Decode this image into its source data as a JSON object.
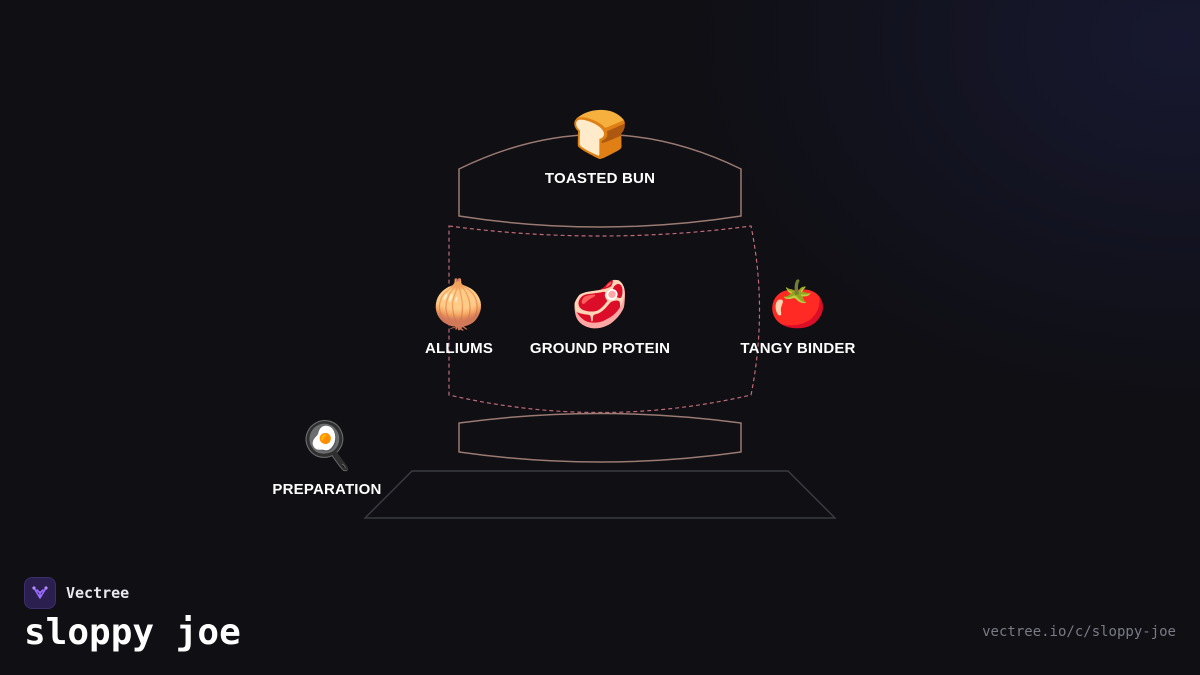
{
  "diagram": {
    "nodes": [
      {
        "id": "toasted-bun",
        "emoji": "🍞",
        "label": "TOASTED BUN"
      },
      {
        "id": "alliums",
        "emoji": "🧅",
        "label": "ALLIUMS"
      },
      {
        "id": "ground-protein",
        "emoji": "🥩",
        "label": "GROUND PROTEIN"
      },
      {
        "id": "tangy-binder",
        "emoji": "🍅",
        "label": "TANGY BINDER"
      },
      {
        "id": "preparation",
        "emoji": "🍳",
        "label": "PREPARATION"
      }
    ],
    "colors": {
      "bun_outline": "#9a7a72",
      "filling_outline": "#c06a7a",
      "plate_outline": "#3a3a42"
    }
  },
  "brand": {
    "name": "Vectree",
    "logo_icon": "vectree-tree-icon",
    "accent": "#9b6cff"
  },
  "page": {
    "title": "sloppy joe",
    "url": "vectree.io/c/sloppy-joe"
  }
}
